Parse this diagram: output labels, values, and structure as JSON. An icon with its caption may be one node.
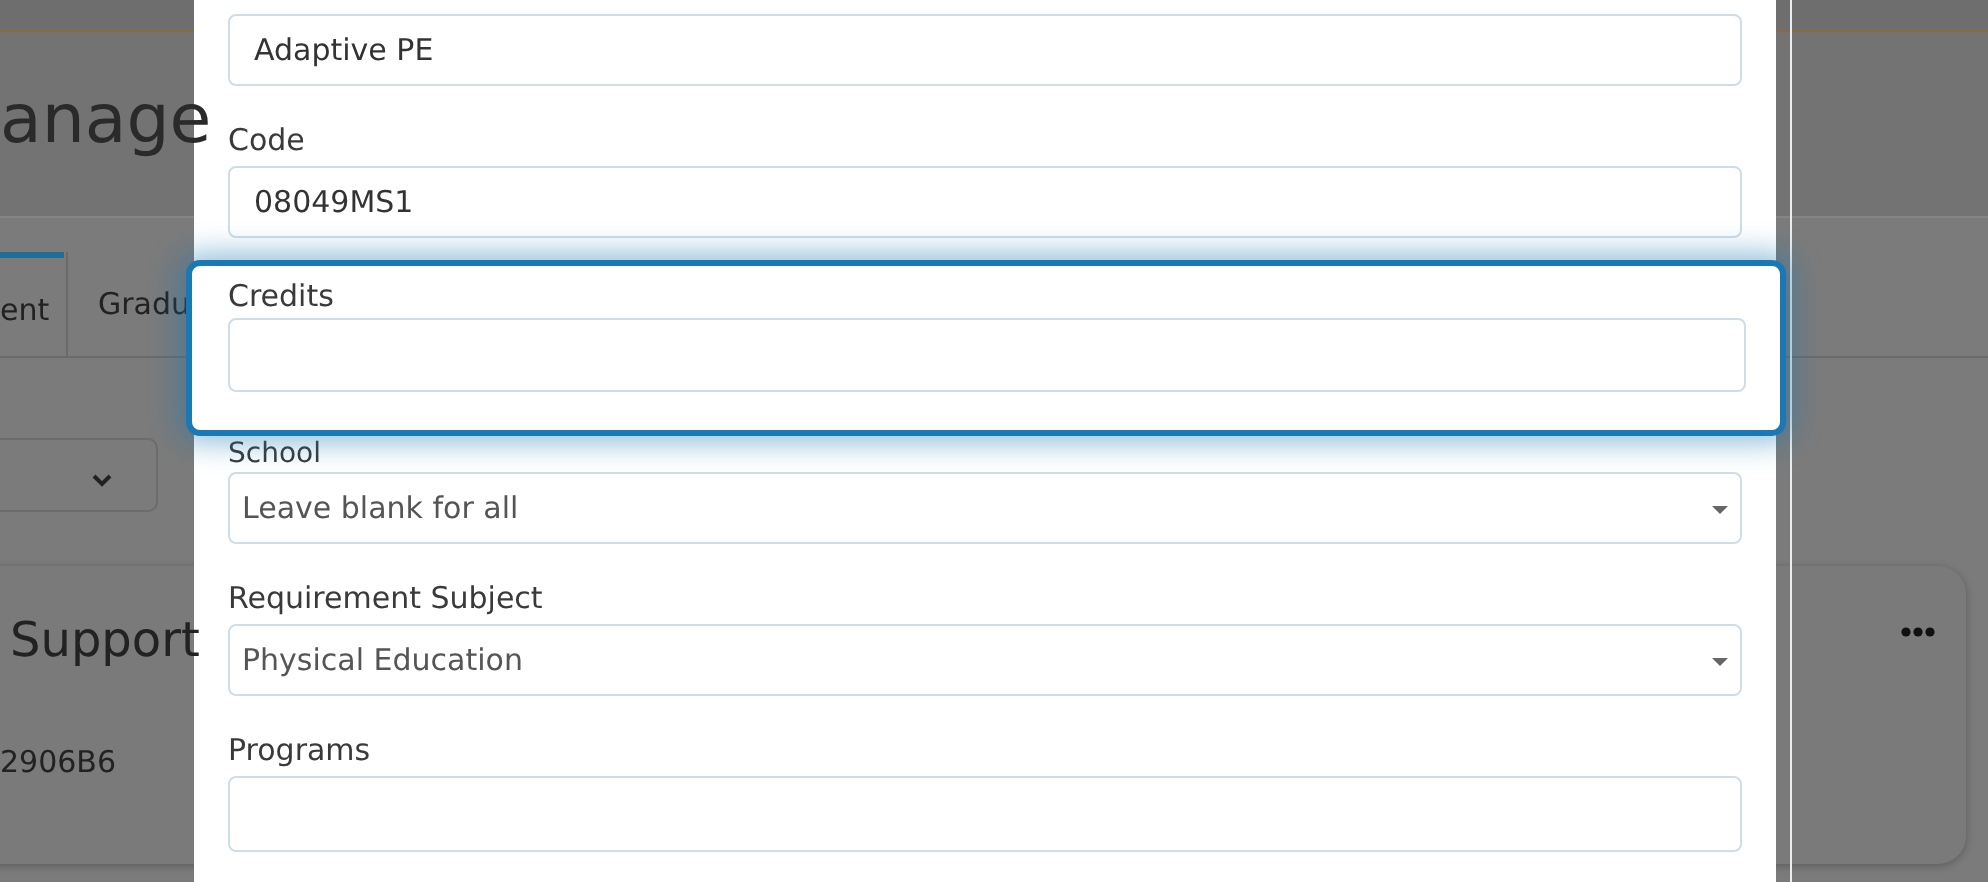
{
  "diagram": {
    "nodes": [
      {
        "text": [
          "Credits"
        ]
      }
    ],
    "labels": [
      "anage",
      "Adaptive PE",
      "Code",
      "08049MS1",
      "ent",
      "Gradu",
      "School",
      "Leave blank for all",
      "Support",
      "Requirement Subject",
      "Physical Education",
      "2906B6",
      "Programs"
    ]
  }
}
